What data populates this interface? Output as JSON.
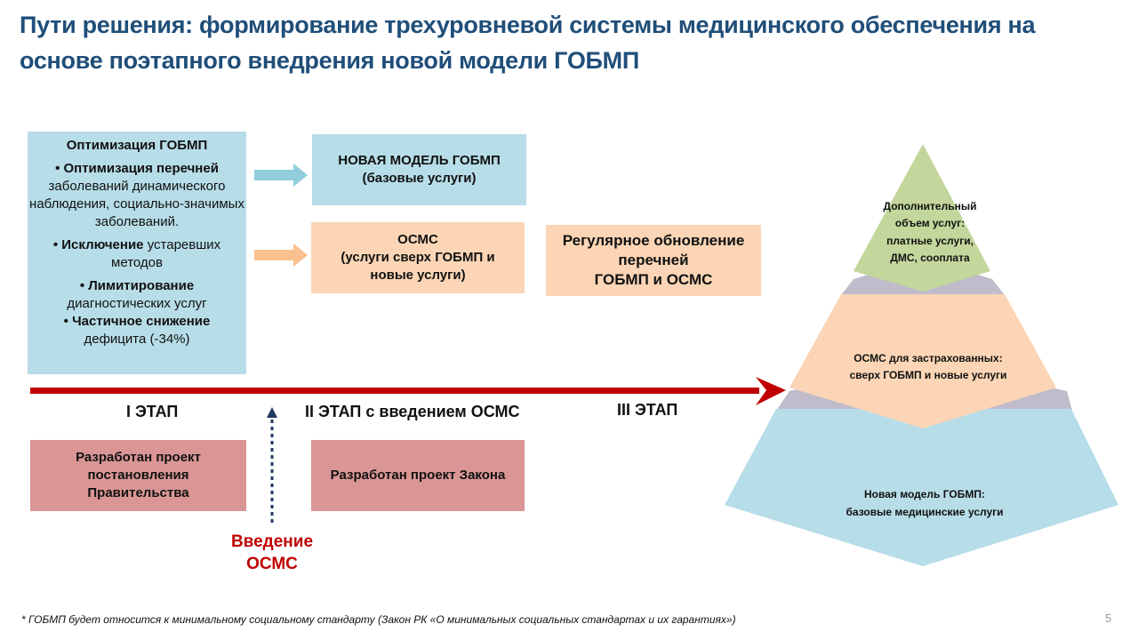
{
  "title": "Пути решения: формирование трехуровневой системы медицинского обеспечения на основе поэтапного внедрения новой модели ГОБМП",
  "optimization": {
    "heading": "Оптимизация ГОБМП",
    "items": [
      {
        "bold": "• Оптимизация перечней",
        "text": "заболеваний динамического наблюдения, социально-значимых заболеваний."
      },
      {
        "bold": "• Исключение",
        "text": " устаревших методов"
      },
      {
        "bold": "• Лимитирование",
        "text": "диагностических услуг"
      },
      {
        "bold": "• Частичное снижение",
        "text": "дефицита (-34%)"
      }
    ]
  },
  "new_model_box": {
    "line1": "НОВАЯ МОДЕЛЬ ГОБМП",
    "line2": "(базовые услуги)"
  },
  "osms_box": {
    "line1": "ОСМС",
    "line2": "(услуги сверх ГОБМП и",
    "line3": "новые услуги)"
  },
  "update_box": {
    "line1": "Регулярное обновление",
    "line2": "перечней",
    "line3": "ГОБМП и ОСМС"
  },
  "stages": {
    "s1": "I ЭТАП",
    "s2": "II ЭТАП с введением ОСМС",
    "s3": "III ЭТАП"
  },
  "project_gov": {
    "line1": "Разработан проект",
    "line2": "постановления",
    "line3": "Правительства"
  },
  "project_law": "Разработан проект Закона",
  "osms_intro": {
    "line1": "Введение",
    "line2": "ОСМС"
  },
  "pyramid": {
    "top": [
      "Дополнительный",
      "объем услуг:",
      "платные услуги,",
      "ДМС, сооплата"
    ],
    "middle": [
      "ОСМС для застрахованных:",
      "сверх  ГОБМП и новые услуги"
    ],
    "bottom": [
      "Новая модель ГОБМП:",
      "базовые медицинские услуги"
    ]
  },
  "colors": {
    "title": "#1f4e79",
    "timeline": "#c00000",
    "blue": "#b7dde8",
    "peach": "#fbd5b5",
    "rose": "#d99694",
    "green": "#c3d69b",
    "gray": "#c0bccb"
  },
  "footnote": "* ГОБМП будет относится к минимальному социальному стандарту (Закон РК «О минимальных социальных стандартах и их гарантиях»)",
  "page_number": "5"
}
